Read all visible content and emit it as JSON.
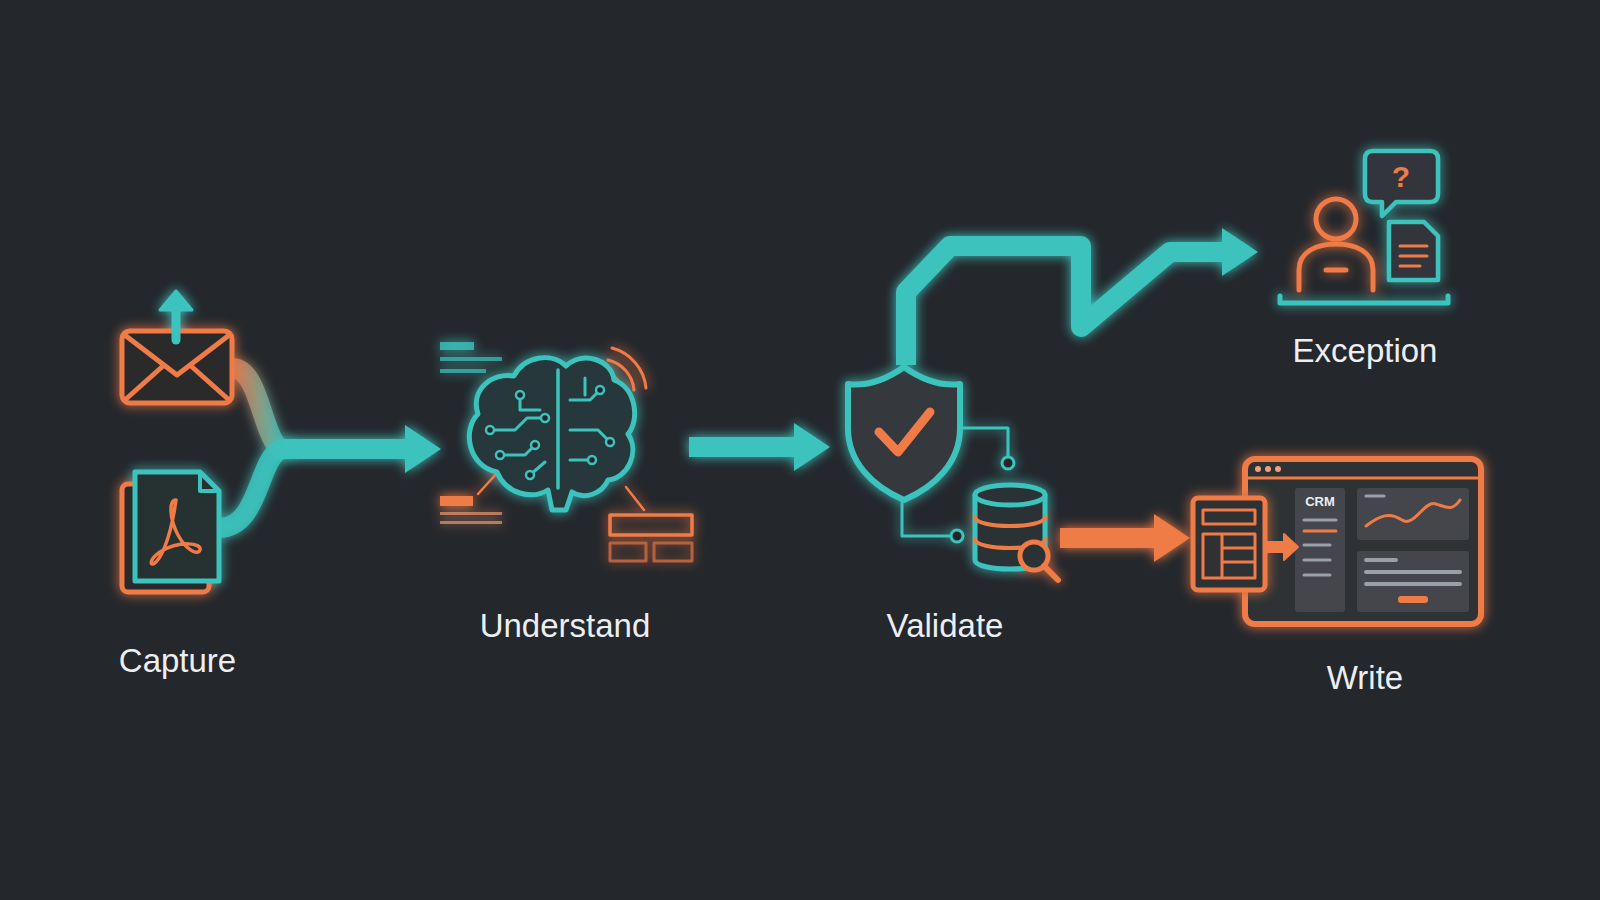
{
  "diagram": {
    "nodes": [
      {
        "text": [
          "Capture"
        ]
      },
      {
        "text": [
          "Understand"
        ]
      },
      {
        "text": [
          "Validate"
        ]
      },
      {
        "text": [
          "Exception"
        ]
      },
      {
        "text": [
          "Write"
        ]
      }
    ],
    "edges": [
      {
        "from": 0,
        "to": 1,
        "arrow": "to"
      },
      {
        "from": 1,
        "to": 2,
        "arrow": "to"
      },
      {
        "from": 2,
        "to": 3,
        "arrow": "to"
      },
      {
        "from": 2,
        "to": 4,
        "arrow": "to"
      }
    ],
    "labels": [
      "?",
      "CRM"
    ]
  }
}
